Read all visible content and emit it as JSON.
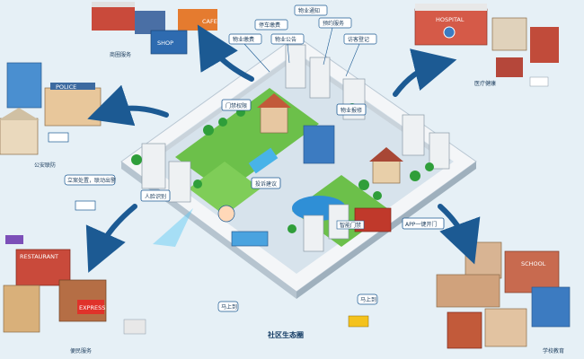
{
  "center_title": "社区生态圈",
  "corner_labels": {
    "commerce": "商圈服务",
    "medical": "医疗健康",
    "security": "公安联防",
    "convenience": "便民服务",
    "education": "学校教育"
  },
  "feature_labels": {
    "access_control": "门禁权限",
    "property_repair": "物业报修",
    "face_recognition": "人脸识别",
    "complaint": "投诉建议",
    "app_unlock": "APP一键开门"
  },
  "top_tags": [
    "物业缴费",
    "停车缴费",
    "物业通知",
    "预约服务",
    "访客登记",
    "物业公告"
  ],
  "shop_signs": [
    "SHOP",
    "CAFE",
    "HOSPITAL",
    "POLICE",
    "SCHOOL",
    "EXPRESS",
    "RESTAURANT"
  ],
  "bubbles": [
    "立案处置，联动出警",
    "马上到",
    "马上到"
  ],
  "gate_sign": "智能门禁",
  "colors": {
    "arrow": "#1c5a93",
    "background": "#e6f0f6",
    "ground": "#d7e3ec",
    "grass": "#6cc04a",
    "road": "#c9d3db",
    "water": "#2f8fd6"
  }
}
